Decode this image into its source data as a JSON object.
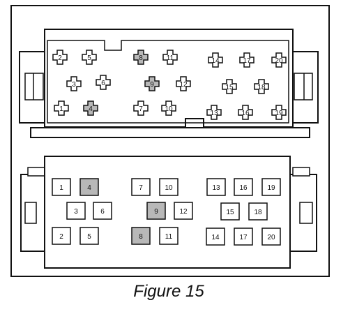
{
  "figure": {
    "caption": "Figure 15",
    "shaded_color": "#b8b8b8",
    "line_color": "#111111",
    "top_connector": {
      "view": "terminal face (cross-shaped cavities)",
      "pins": [
        {
          "label": "2",
          "shaded": false
        },
        {
          "label": "5",
          "shaded": false
        },
        {
          "label": "8",
          "shaded": true
        },
        {
          "label": "11",
          "shaded": false
        },
        {
          "label": "14",
          "shaded": false
        },
        {
          "label": "17",
          "shaded": false
        },
        {
          "label": "20",
          "shaded": false
        },
        {
          "label": "3",
          "shaded": false
        },
        {
          "label": "6",
          "shaded": false
        },
        {
          "label": "9",
          "shaded": true
        },
        {
          "label": "12",
          "shaded": false
        },
        {
          "label": "15",
          "shaded": false
        },
        {
          "label": "18",
          "shaded": false
        },
        {
          "label": "1",
          "shaded": false
        },
        {
          "label": "4",
          "shaded": true
        },
        {
          "label": "7",
          "shaded": false
        },
        {
          "label": "10",
          "shaded": false
        },
        {
          "label": "13",
          "shaded": false
        },
        {
          "label": "16",
          "shaded": false
        },
        {
          "label": "19",
          "shaded": false
        }
      ]
    },
    "bottom_connector": {
      "view": "harness face (square cavities)",
      "pins": [
        {
          "label": "1",
          "shaded": false
        },
        {
          "label": "4",
          "shaded": true
        },
        {
          "label": "7",
          "shaded": false
        },
        {
          "label": "10",
          "shaded": false
        },
        {
          "label": "13",
          "shaded": false
        },
        {
          "label": "16",
          "shaded": false
        },
        {
          "label": "19",
          "shaded": false
        },
        {
          "label": "3",
          "shaded": false
        },
        {
          "label": "6",
          "shaded": false
        },
        {
          "label": "9",
          "shaded": true
        },
        {
          "label": "12",
          "shaded": false
        },
        {
          "label": "15",
          "shaded": false
        },
        {
          "label": "18",
          "shaded": false
        },
        {
          "label": "2",
          "shaded": false
        },
        {
          "label": "5",
          "shaded": false
        },
        {
          "label": "8",
          "shaded": true
        },
        {
          "label": "11",
          "shaded": false
        },
        {
          "label": "14",
          "shaded": false
        },
        {
          "label": "17",
          "shaded": false
        },
        {
          "label": "20",
          "shaded": false
        }
      ]
    }
  }
}
